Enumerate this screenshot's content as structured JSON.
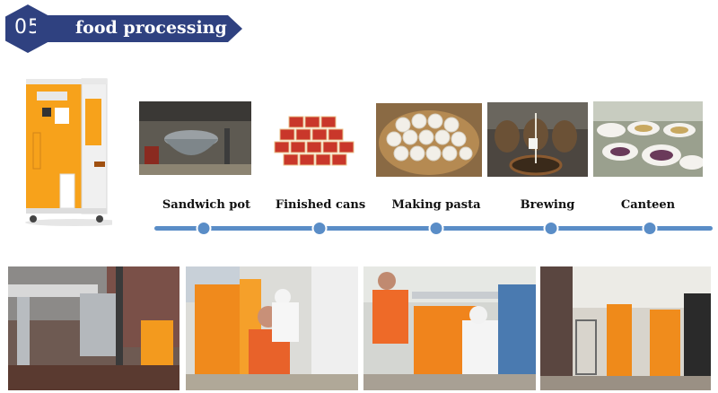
{
  "section": {
    "number": "05",
    "title": "food processing"
  },
  "colors": {
    "navy": "#2f4180",
    "timeline": "#5a8dc7",
    "boiler_orange": "#f7a21b"
  },
  "steps": [
    {
      "label": "Sandwich pot"
    },
    {
      "label": "Finished cans"
    },
    {
      "label": "Making pasta"
    },
    {
      "label": "Brewing"
    },
    {
      "label": "Canteen"
    }
  ]
}
